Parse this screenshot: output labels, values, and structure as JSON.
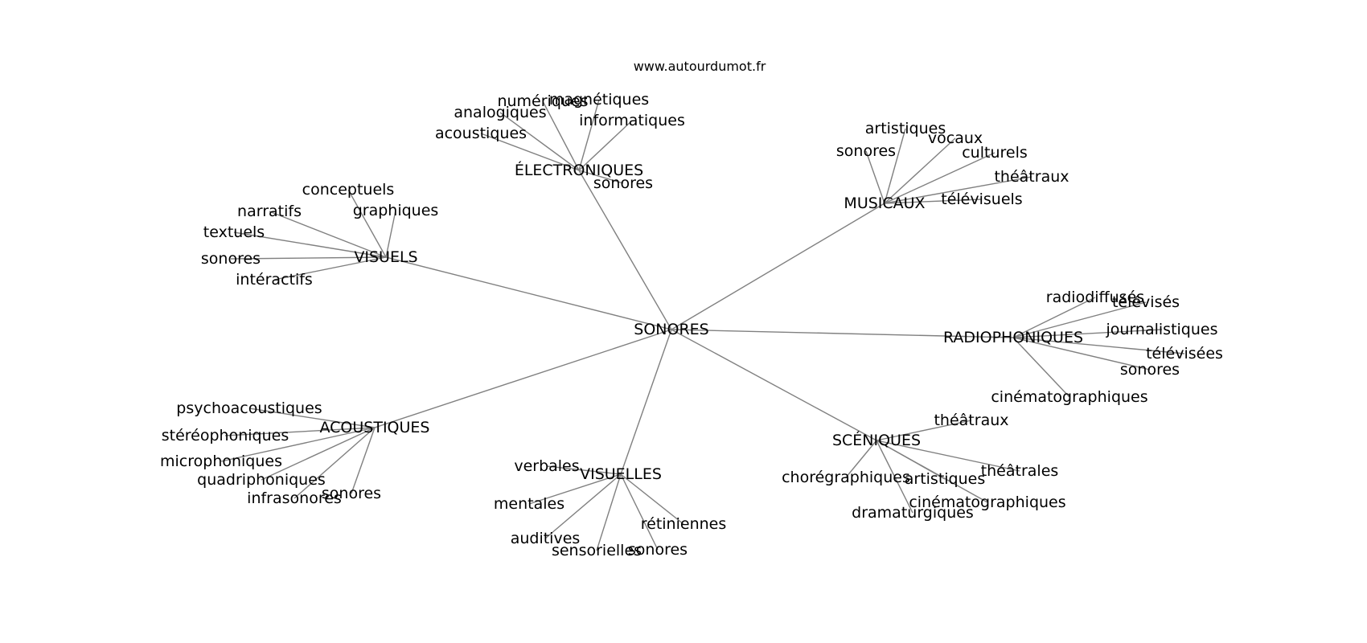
{
  "source": "www.autourdumot.fr",
  "root": "SONORES",
  "clusters": [
    {
      "id": "electroniques",
      "label": "ÉLECTRONIQUES",
      "leaves": [
        "numériques",
        "magnétiques",
        "analogiques",
        "informatiques",
        "acoustiques",
        "sonores"
      ]
    },
    {
      "id": "musicaux",
      "label": "MUSICAUX",
      "leaves": [
        "artistiques",
        "vocaux",
        "sonores",
        "culturels",
        "théâtraux",
        "télévisuels"
      ]
    },
    {
      "id": "visuels",
      "label": "VISUELS",
      "leaves": [
        "conceptuels",
        "narratifs",
        "graphiques",
        "textuels",
        "sonores",
        "intéractifs"
      ]
    },
    {
      "id": "radiophoniques",
      "label": "RADIOPHONIQUES",
      "leaves": [
        "radiodiffusés",
        "télévisés",
        "journalistiques",
        "télévisées",
        "sonores",
        "cinématographiques"
      ]
    },
    {
      "id": "acoustiques",
      "label": "ACOUSTIQUES",
      "leaves": [
        "psychoacoustiques",
        "stéréophoniques",
        "microphoniques",
        "quadriphoniques",
        "infrasonores",
        "sonores"
      ]
    },
    {
      "id": "visuelles",
      "label": "VISUELLES",
      "leaves": [
        "verbales",
        "mentales",
        "auditives",
        "sensorielles",
        "sonores",
        "rétiniennes"
      ]
    },
    {
      "id": "sceniques",
      "label": "SCÉNIQUES",
      "leaves": [
        "théâtraux",
        "chorégraphiques",
        "artistiques",
        "théâtrales",
        "cinématographiques",
        "dramaturgiques"
      ]
    }
  ]
}
